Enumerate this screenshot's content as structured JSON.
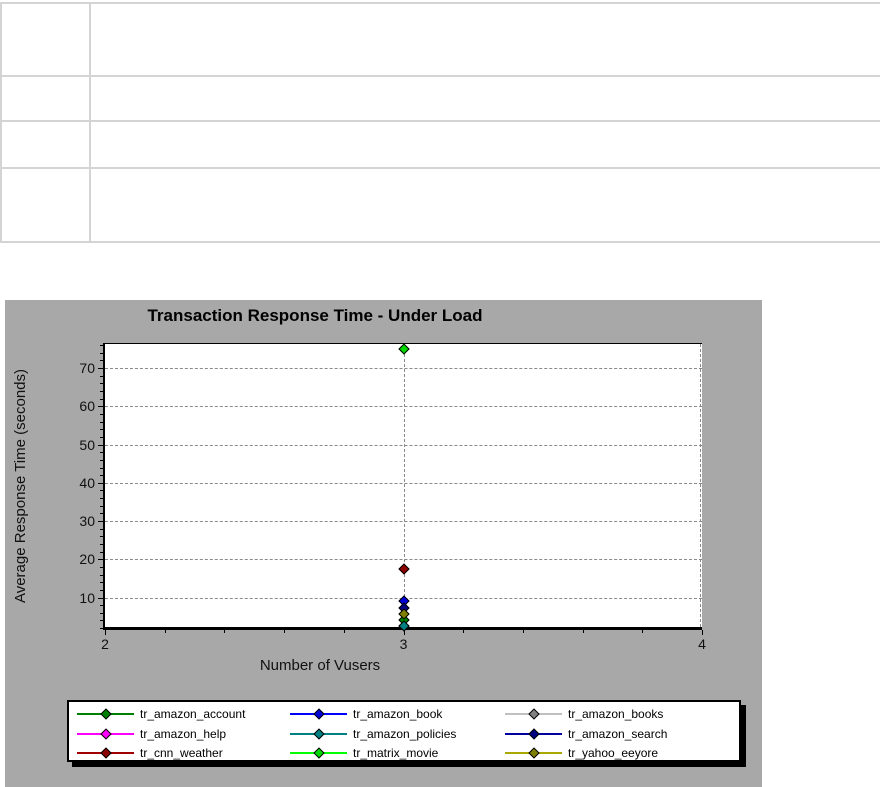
{
  "table": {
    "rows": [
      {
        "cells": [
          "",
          ""
        ]
      },
      {
        "cells": [
          "",
          ""
        ]
      },
      {
        "cells": [
          "",
          ""
        ]
      },
      {
        "cells": [
          "",
          ""
        ]
      }
    ]
  },
  "chart_data": {
    "type": "scatter",
    "title": "Transaction Response Time - Under Load",
    "xlabel": "Number of Vusers",
    "ylabel": "Average Response Time (seconds)",
    "xlim": [
      2,
      4
    ],
    "ylim": [
      0,
      76.3
    ],
    "x_ticks": [
      2,
      3,
      4
    ],
    "x_minor_tick_step": 0.2,
    "y_ticks": [
      10,
      20,
      30,
      40,
      50,
      60,
      70
    ],
    "y_minor_tick_step": 2,
    "grid": "dashed",
    "legend_position": "bottom",
    "colors": {
      "chart_background": "#a8a8a8",
      "plot_background": "#ffffff",
      "gridline": "#8a8a8a",
      "axis": "#000000",
      "text": "#000000"
    },
    "x": [
      3
    ],
    "series": [
      {
        "name": "tr_amazon_books",
        "line_color": "#c0c0c0",
        "marker_color": "#808080",
        "values": [
          2.6
        ]
      },
      {
        "name": "tr_amazon_help",
        "line_color": "#ff00ff",
        "marker_color": "#ff00ff",
        "values": [
          2.6
        ]
      },
      {
        "name": "tr_amazon_account",
        "line_color": "#008000",
        "marker_color": "#008000",
        "values": [
          4.2
        ]
      },
      {
        "name": "tr_amazon_book",
        "line_color": "#0000ff",
        "marker_color": "#0000d8",
        "values": [
          9
        ]
      },
      {
        "name": "tr_amazon_policies",
        "line_color": "#008080",
        "marker_color": "#008080",
        "values": [
          2.6
        ]
      },
      {
        "name": "tr_amazon_search",
        "line_color": "#0000a0",
        "marker_color": "#000080",
        "values": [
          7.3
        ]
      },
      {
        "name": "tr_cnn_weather",
        "line_color": "#a00000",
        "marker_color": "#8b0000",
        "values": [
          17.5
        ]
      },
      {
        "name": "tr_matrix_movie",
        "line_color": "#00ff00",
        "marker_color": "#00d800",
        "values": [
          75
        ]
      },
      {
        "name": "tr_yahoo_eeyore",
        "line_color": "#a8a800",
        "marker_color": "#808000",
        "values": [
          5.7
        ]
      }
    ],
    "legend_order": [
      "tr_amazon_account",
      "tr_amazon_book",
      "tr_amazon_books",
      "tr_amazon_help",
      "tr_amazon_policies",
      "tr_amazon_search",
      "tr_cnn_weather",
      "tr_matrix_movie",
      "tr_yahoo_eeyore"
    ]
  }
}
